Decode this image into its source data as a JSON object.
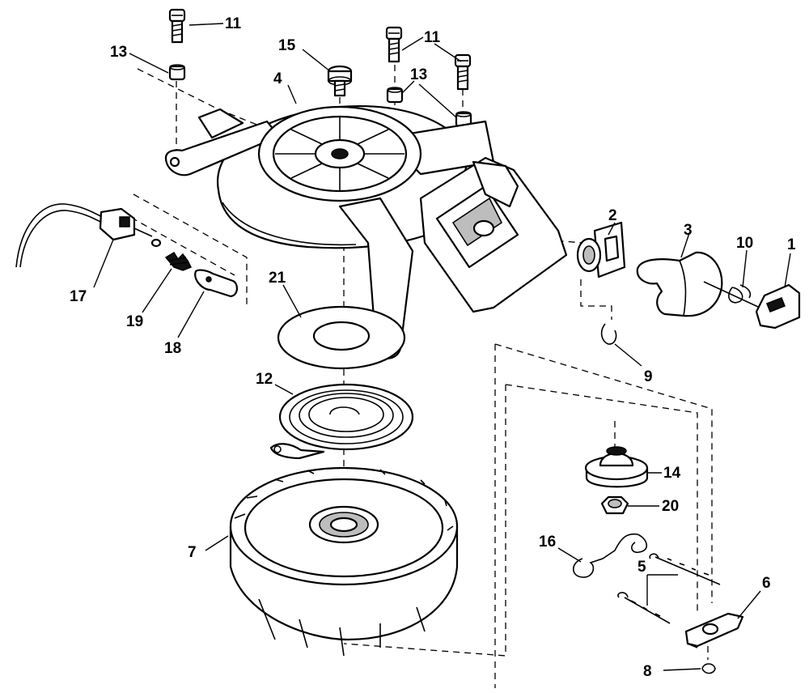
{
  "callouts": {
    "c1": "1",
    "c2": "2",
    "c3": "3",
    "c4": "4",
    "c5": "5",
    "c6": "6",
    "c7": "7",
    "c8": "8",
    "c9": "9",
    "c10": "10",
    "c11a": "11",
    "c11b": "11",
    "c12": "12",
    "c13a": "13",
    "c13b": "13",
    "c14": "14",
    "c15": "15",
    "c16": "16",
    "c17": "17",
    "c18": "18",
    "c19": "19",
    "c20": "20",
    "c21": "21"
  }
}
